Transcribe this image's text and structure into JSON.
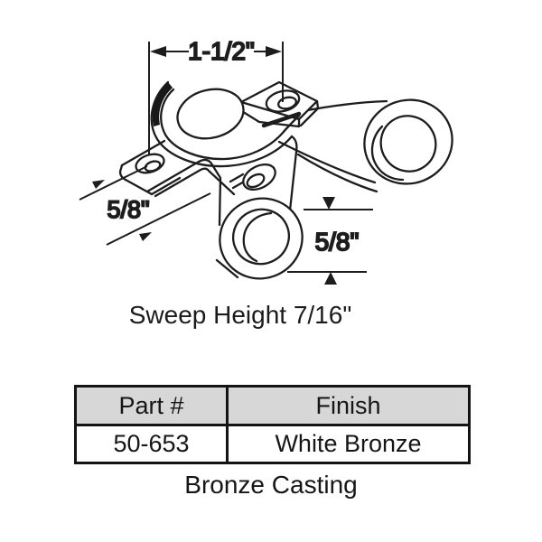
{
  "diagram": {
    "dim_width": "1-1/2\"",
    "dim_plate_depth": "5/8\"",
    "dim_barrel_height": "5/8\"",
    "sweep_height_label": "Sweep Height 7/16\""
  },
  "table": {
    "headers": [
      "Part #",
      "Finish"
    ],
    "row": [
      "50-653",
      "White Bronze"
    ]
  },
  "caption": "Bronze Casting",
  "colors": {
    "line": "#1d1d1d",
    "table_header_bg": "#d7d7d7",
    "table_border": "#141414",
    "background": "#ffffff"
  }
}
